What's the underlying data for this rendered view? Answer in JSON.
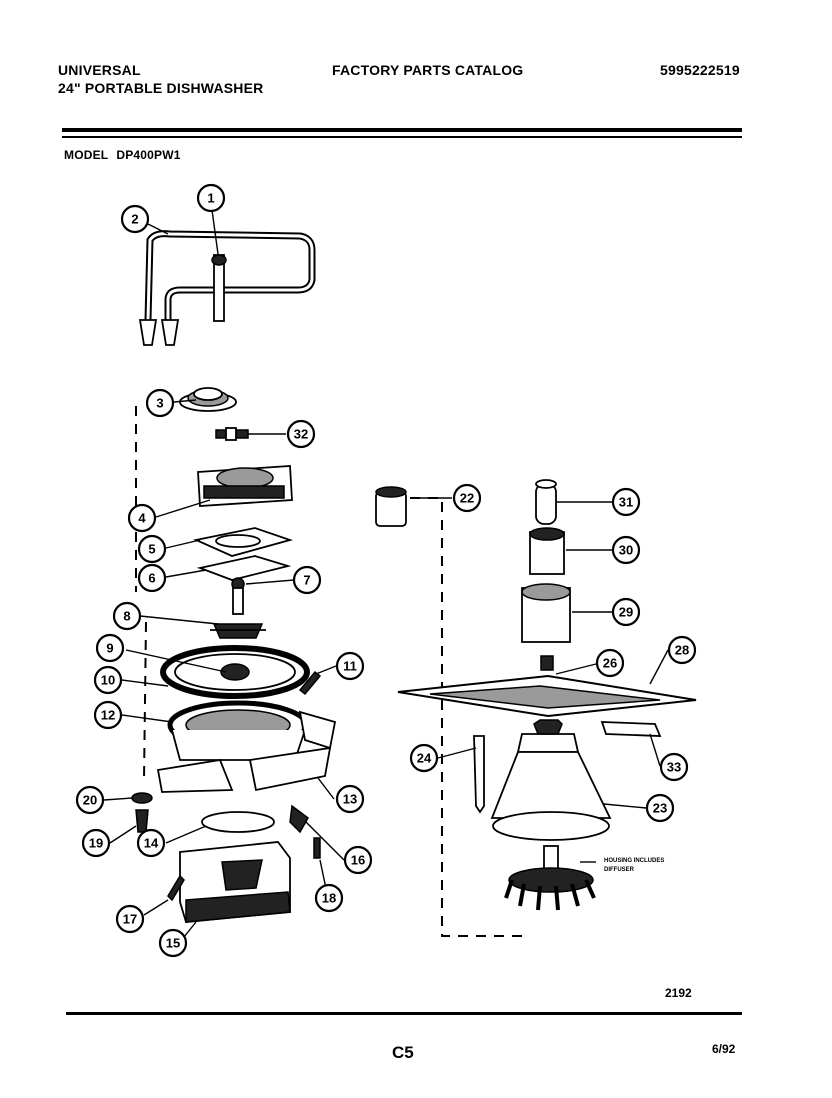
{
  "header": {
    "brand": "UNIVERSAL",
    "product": "24\" PORTABLE DISHWASHER",
    "catalog": "FACTORY PARTS CATALOG",
    "part_number": "5995222519"
  },
  "model": {
    "label": "MODEL",
    "value": "DP400PW1"
  },
  "diagram": {
    "callouts": [
      "1",
      "2",
      "3",
      "4",
      "5",
      "6",
      "7",
      "8",
      "9",
      "10",
      "11",
      "12",
      "13",
      "14",
      "15",
      "16",
      "17",
      "18",
      "19",
      "20",
      "22",
      "23",
      "24",
      "26",
      "28",
      "29",
      "30",
      "31",
      "32",
      "33"
    ],
    "note_line1": "HOUSING INCLUDES",
    "note_line2": "DIFFUSER"
  },
  "footer": {
    "drawing_number": "2192",
    "page_code": "C5",
    "date": "6/92"
  }
}
